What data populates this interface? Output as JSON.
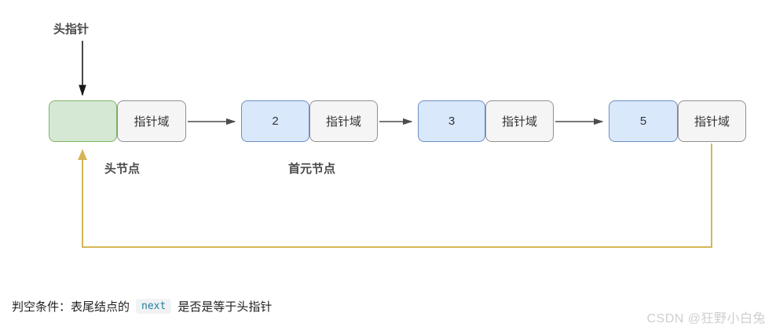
{
  "diagram": {
    "head_pointer_label": "头指针",
    "head_node_label": "头节点",
    "first_node_label": "首元节点",
    "pointer_field_label": "指针域",
    "nodes": [
      {
        "value": "",
        "kind": "head-node",
        "fill": "#d5e8d4",
        "stroke": "#82b366"
      },
      {
        "value": "2",
        "kind": "element-node",
        "fill": "#dae8fc",
        "stroke": "#6c8ebf"
      },
      {
        "value": "3",
        "kind": "element-node",
        "fill": "#dae8fc",
        "stroke": "#6c8ebf"
      },
      {
        "value": "5",
        "kind": "element-node",
        "fill": "#dae8fc",
        "stroke": "#6c8ebf"
      }
    ],
    "colors": {
      "pointer_box_fill": "#f5f5f5",
      "pointer_box_stroke": "#909090",
      "loop_arrow": "#d6b656",
      "node_arrow": "#4d4d4d",
      "head_arrow": "#1a1a1a"
    }
  },
  "caption": {
    "prefix": "判空条件：表尾结点的",
    "code": "next",
    "suffix": "是否是等于头指针"
  },
  "watermark": "CSDN @狂野小白兔"
}
